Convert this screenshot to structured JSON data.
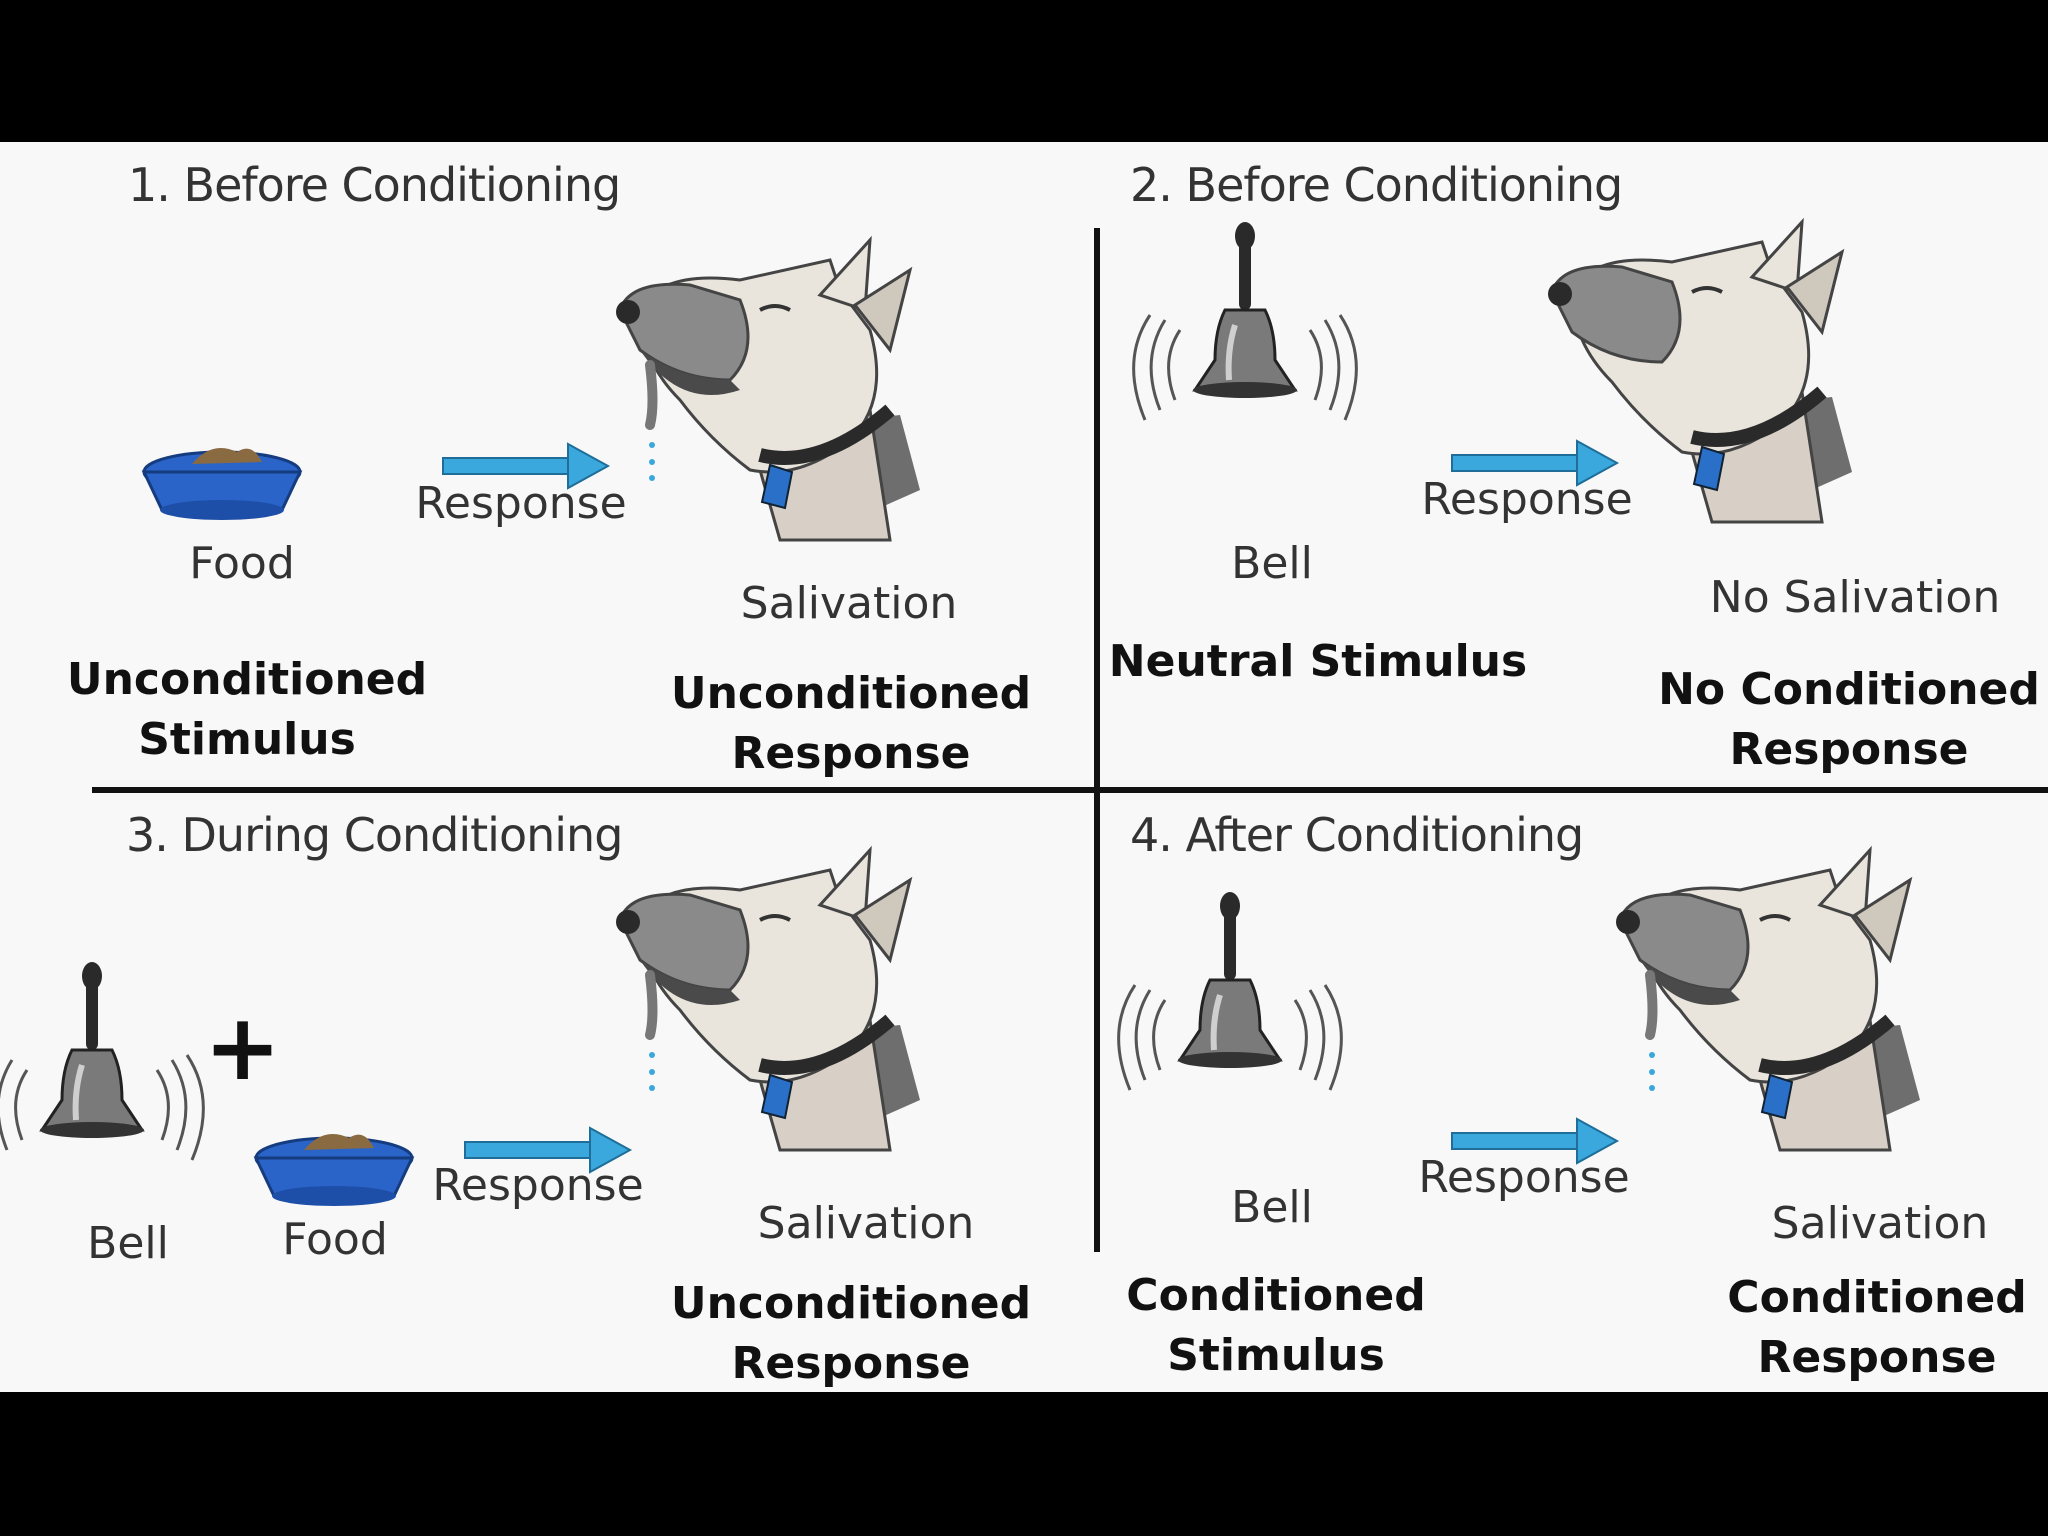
{
  "colors": {
    "background_bar": "#000000",
    "panel": "#f8f8f8",
    "bowl": "#2a64c8",
    "arrow": "#3aa8dc",
    "tag": "#2a70c8",
    "dog_face": "#e9e4dc",
    "dog_muzzle": "#8a8a8a",
    "bell": "#5c5c5c"
  },
  "panels": [
    {
      "title": "1. Before Conditioning",
      "stimulus_label": "Food",
      "arrow_label": "Response",
      "response_label": "Salivation",
      "stimulus_type": [
        "Unconditioned",
        "Stimulus"
      ],
      "response_type": [
        "Unconditioned",
        "Response"
      ],
      "icons": [
        "food-bowl-icon",
        "arrow-icon",
        "dog-head-icon"
      ]
    },
    {
      "title": "2. Before Conditioning",
      "stimulus_label": "Bell",
      "arrow_label": "Response",
      "response_label": "No Salivation",
      "stimulus_type": [
        "Neutral Stimulus"
      ],
      "response_type": [
        "No Conditioned",
        "Response"
      ],
      "icons": [
        "bell-icon",
        "arrow-icon",
        "dog-head-icon"
      ]
    },
    {
      "title": "3. During Conditioning",
      "stimulus_label": "Bell",
      "plus": "+",
      "stimulus_label_2": "Food",
      "arrow_label": "Response",
      "response_label": "Salivation",
      "response_type": [
        "Unconditioned",
        "Response"
      ],
      "icons": [
        "bell-icon",
        "plus-icon",
        "food-bowl-icon",
        "arrow-icon",
        "dog-head-icon"
      ]
    },
    {
      "title": "4. After Conditioning",
      "stimulus_label": "Bell",
      "arrow_label": "Response",
      "response_label": "Salivation",
      "stimulus_type": [
        "Conditioned",
        "Stimulus"
      ],
      "response_type": [
        "Conditioned",
        "Response"
      ],
      "icons": [
        "bell-icon",
        "arrow-icon",
        "dog-head-icon"
      ]
    }
  ]
}
